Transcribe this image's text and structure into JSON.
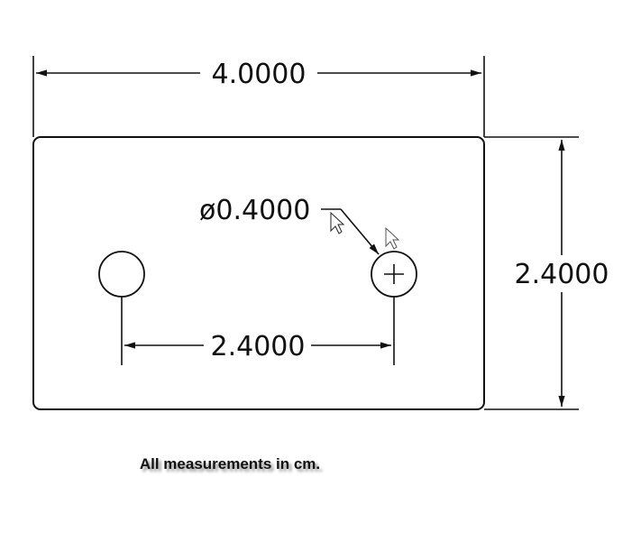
{
  "drawing": {
    "overall_width_label": "4.0000",
    "overall_height_label": "2.4000",
    "hole_spacing_label": "2.4000",
    "hole_diameter_label": "ø0.4000",
    "line_color": "#111111",
    "background_color": "#ffffff"
  },
  "note": {
    "text": "All measurements in cm."
  },
  "icons": {
    "cursor": "mouse-pointer-icon",
    "cursor_ghost": "mouse-pointer-icon"
  }
}
